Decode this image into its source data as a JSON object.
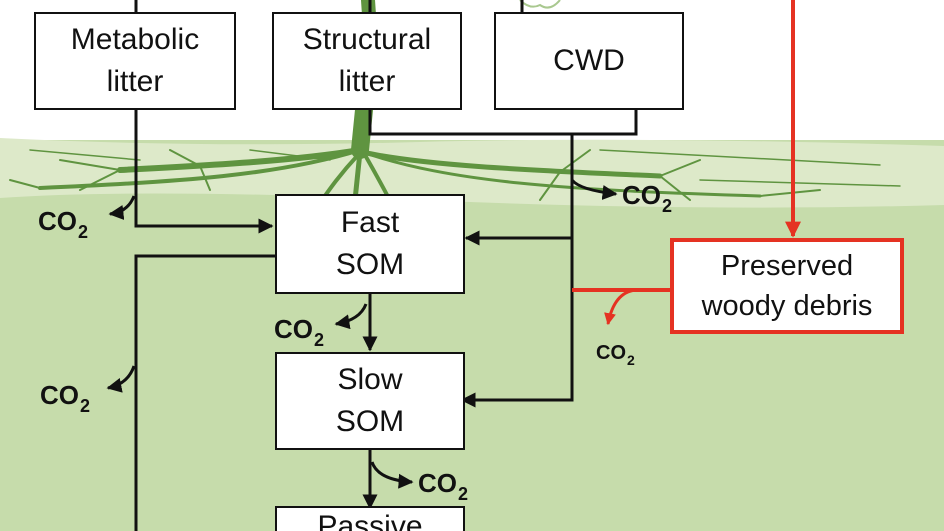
{
  "boxes": {
    "metabolic_litter": [
      "Metabolic",
      "litter"
    ],
    "structural_litter": [
      "Structural",
      "litter"
    ],
    "cwd": [
      "CWD"
    ],
    "fast_som": [
      "Fast",
      "SOM"
    ],
    "slow_som": [
      "Slow",
      "SOM"
    ],
    "passive_som": [
      "Passive"
    ],
    "preserved_woody_debris": [
      "Preserved",
      "woody debris"
    ]
  },
  "co2": {
    "base": "CO",
    "sub": "2"
  },
  "colors": {
    "soil": "#c6dcab",
    "root_band": "#dde9c9",
    "roots": "#5f9440",
    "flow_arrows": "#111111",
    "preserved_pathway": "#e53222",
    "box_fill": "#ffffff"
  }
}
